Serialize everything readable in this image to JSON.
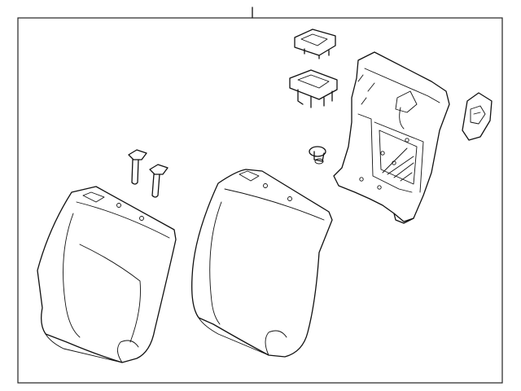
{
  "diagram": {
    "frame_color": "#222222",
    "line_color": "#111111",
    "background": "#ffffff",
    "parts": [
      {
        "name": "seat-back-cover-left"
      },
      {
        "name": "seat-back-cover-right"
      },
      {
        "name": "headrest-guide-upper"
      },
      {
        "name": "headrest-guide-lower"
      },
      {
        "name": "seat-back-frame"
      },
      {
        "name": "side-trim-cover"
      },
      {
        "name": "push-nut-clip"
      },
      {
        "name": "bolt-upper"
      },
      {
        "name": "bolt-lower"
      }
    ]
  }
}
